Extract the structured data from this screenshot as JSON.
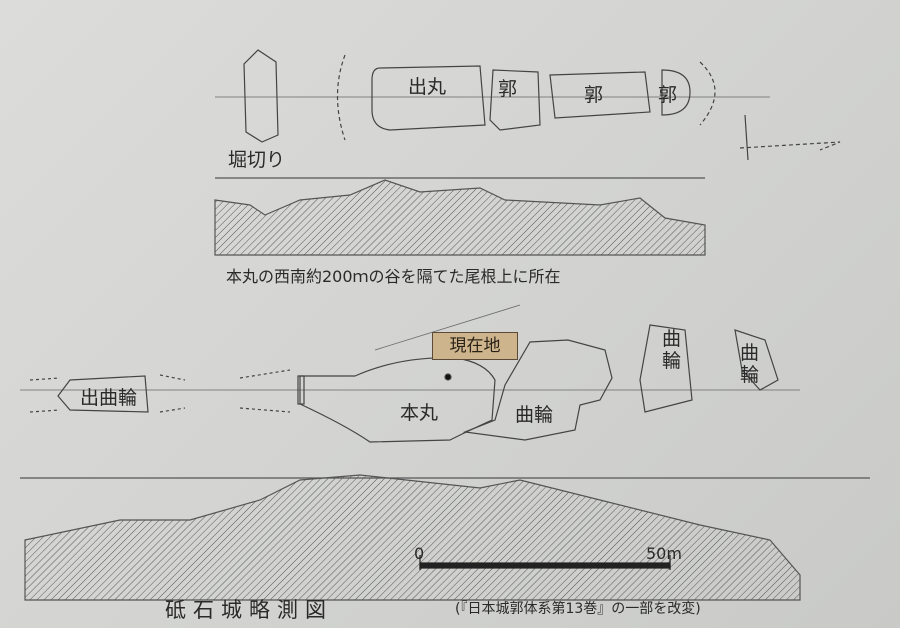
{
  "upper_plan": {
    "moat_label": "堀切り",
    "enclosures": [
      "出丸",
      "郭",
      "郭",
      "郭"
    ]
  },
  "caption": "本丸の西南約200ｍの谷を隔てた尾根上に所在",
  "lower_plan": {
    "current_location": "現在地",
    "enclosures": [
      "出曲輪",
      "本丸",
      "曲輪",
      "曲輪",
      "曲輪"
    ]
  },
  "scale": {
    "start": "0",
    "end": "50m"
  },
  "title": "砥石城略測図",
  "source": "(『日本城郭体系第13巻』の一部を改変)"
}
